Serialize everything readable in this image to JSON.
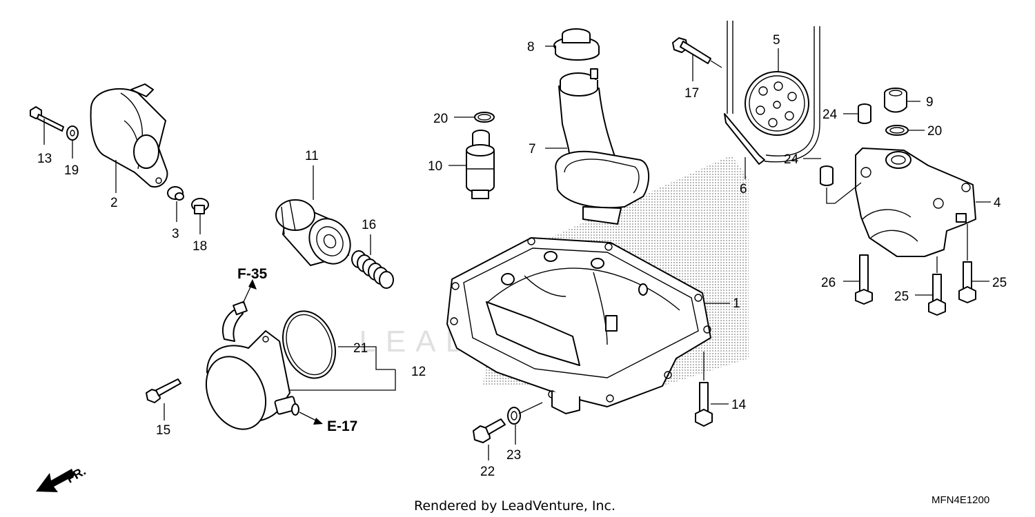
{
  "diagram": {
    "part_numbers": [
      "1",
      "2",
      "3",
      "4",
      "5",
      "6",
      "7",
      "8",
      "9",
      "10",
      "11",
      "12",
      "13",
      "14",
      "15",
      "16",
      "17",
      "18",
      "19",
      "20",
      "20",
      "21",
      "22",
      "23",
      "24",
      "24",
      "25",
      "25",
      "26"
    ],
    "references": {
      "f35": "F-35",
      "e17": "E-17"
    },
    "front_marker": "FR.",
    "watermark": "LEADVENTURE",
    "footer_credit": "Rendered by LeadVenture, Inc.",
    "diagram_code": "MFN4E1200"
  }
}
